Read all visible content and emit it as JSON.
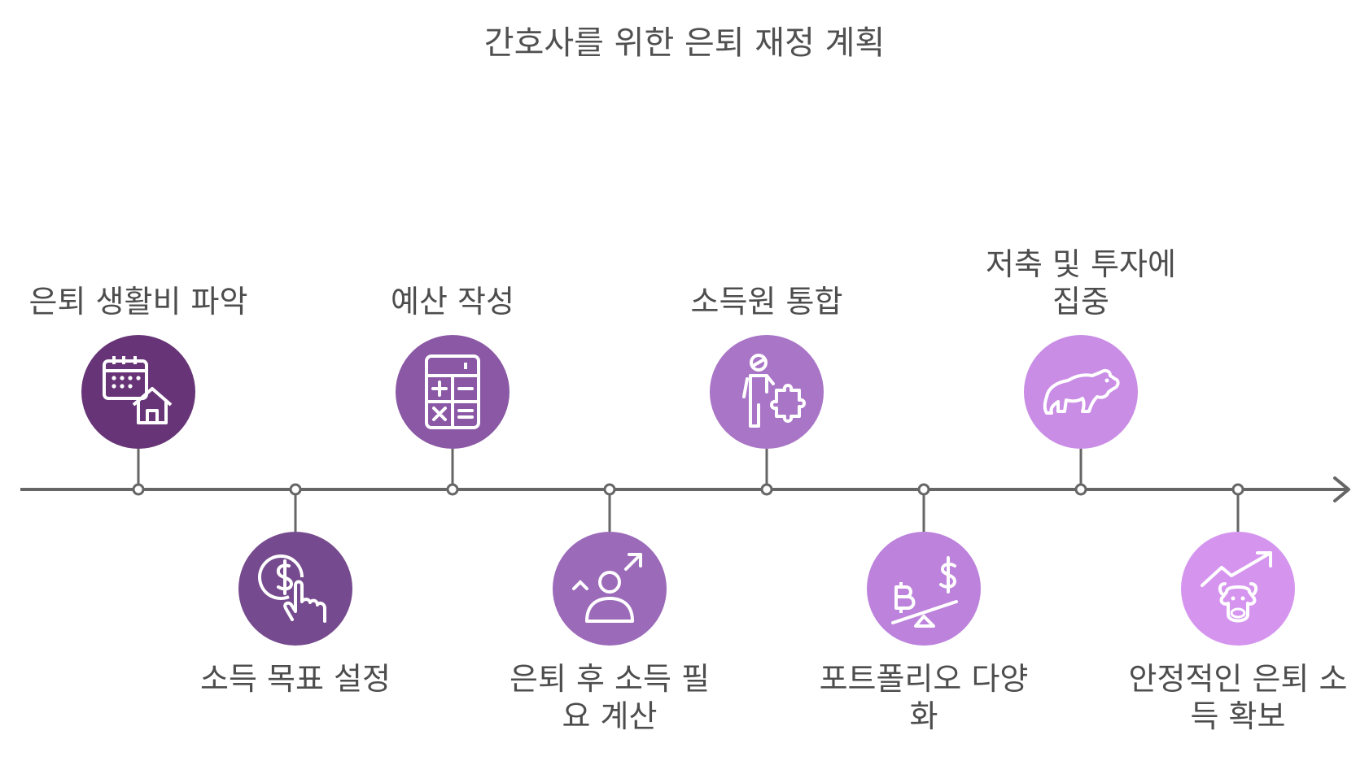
{
  "title": "간호사를 위한 은퇴 재정 계획",
  "steps": [
    {
      "label": "은퇴 생활비 파악",
      "icon": "calendar-house-icon",
      "color": "#673577",
      "position": "above"
    },
    {
      "label": "소득 목표 설정",
      "icon": "dollar-touch-icon",
      "color": "#764a8e",
      "position": "below"
    },
    {
      "label": "예산 작성",
      "icon": "calculator-icon",
      "color": "#8a58a5",
      "position": "above"
    },
    {
      "label": "은퇴 후 소득 필요 계산",
      "icon": "person-growth-icon",
      "color": "#9b6ab9",
      "position": "below"
    },
    {
      "label": "소득원 통합",
      "icon": "person-puzzle-icon",
      "color": "#a975c7",
      "position": "above"
    },
    {
      "label": "포트폴리오 다양화",
      "icon": "crypto-dollar-seesaw-icon",
      "color": "#bc82dc",
      "position": "below"
    },
    {
      "label": "저축 및 투자에 집중",
      "icon": "bear-icon",
      "color": "#c98de5",
      "position": "above"
    },
    {
      "label": "안정적인 은퇴 소득 확보",
      "icon": "bull-trend-icon",
      "color": "#d595ef",
      "position": "below"
    }
  ],
  "axis_color": "#666666"
}
